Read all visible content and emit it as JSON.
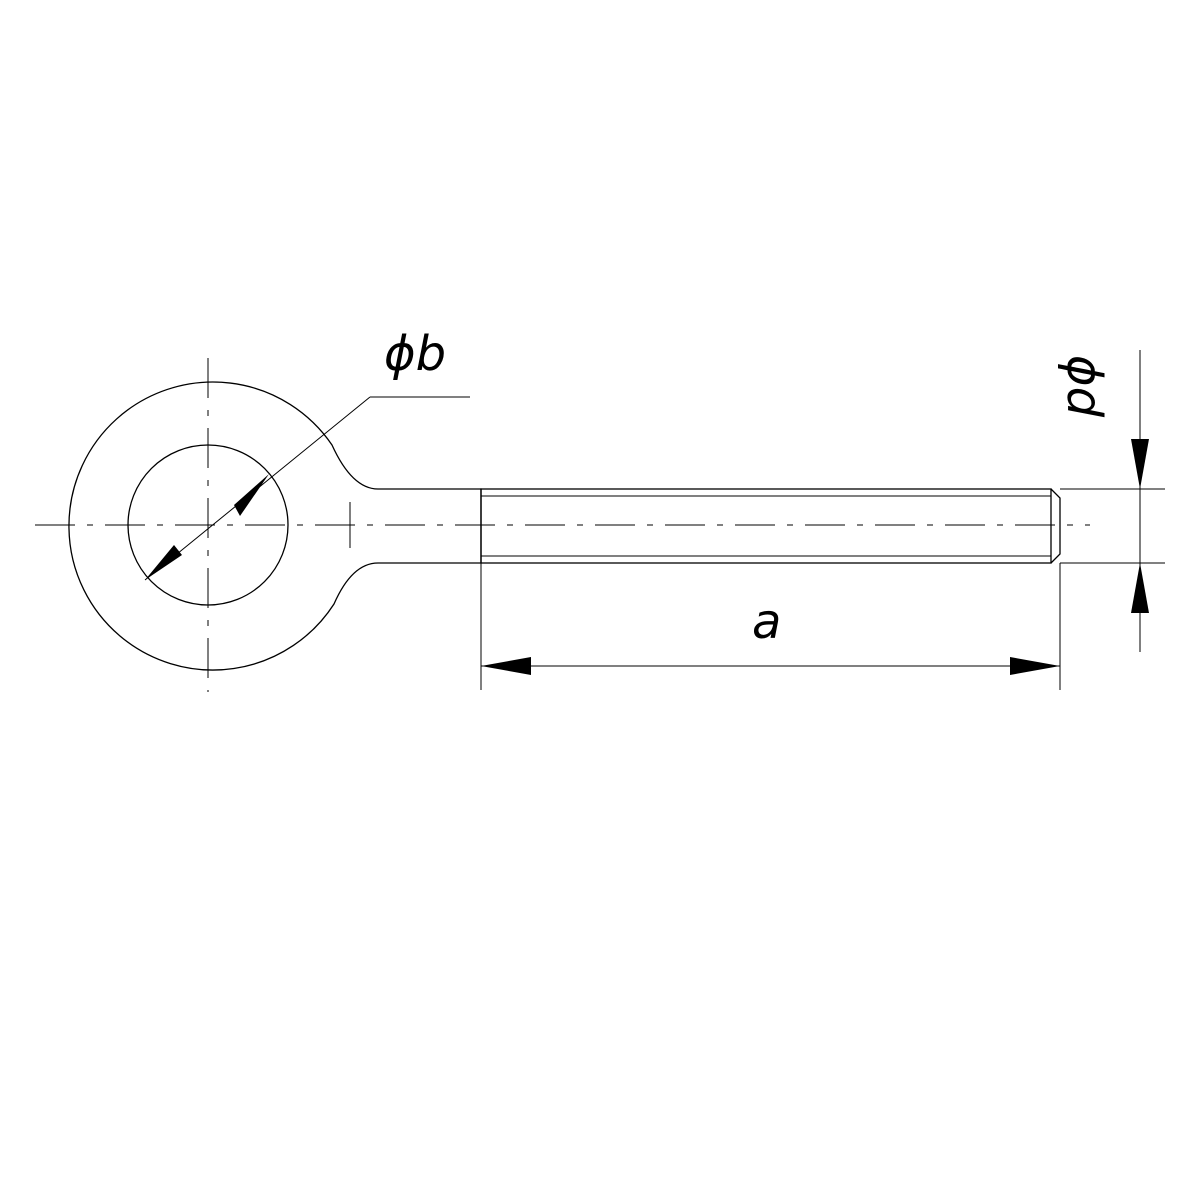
{
  "drawing": {
    "colors": {
      "fill_light": "#fffdf4",
      "fill_dark": "#eedb6e",
      "rod_fill": "#fdf8dc",
      "line": "#000000"
    },
    "dimensions": {
      "eye_hole_diameter": {
        "label": "ϕb"
      },
      "shank_length": {
        "label": "a"
      },
      "thread_diameter": {
        "label": "ϕd"
      }
    }
  }
}
